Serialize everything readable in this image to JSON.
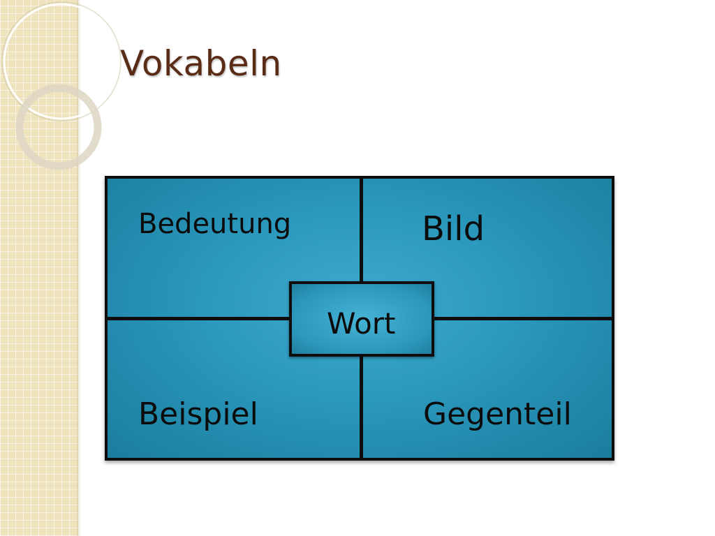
{
  "slide": {
    "title": "Vokabeln"
  },
  "diagram": {
    "center": "Wort",
    "top_left": "Bedeutung",
    "top_right": "Bild",
    "bottom_left": "Beispiel",
    "bottom_right": "Gegenteil"
  },
  "colors": {
    "title": "#5a2c16",
    "box_fill": "#2a97bc",
    "border": "#0d0d0d",
    "strip": "#efe3be"
  }
}
